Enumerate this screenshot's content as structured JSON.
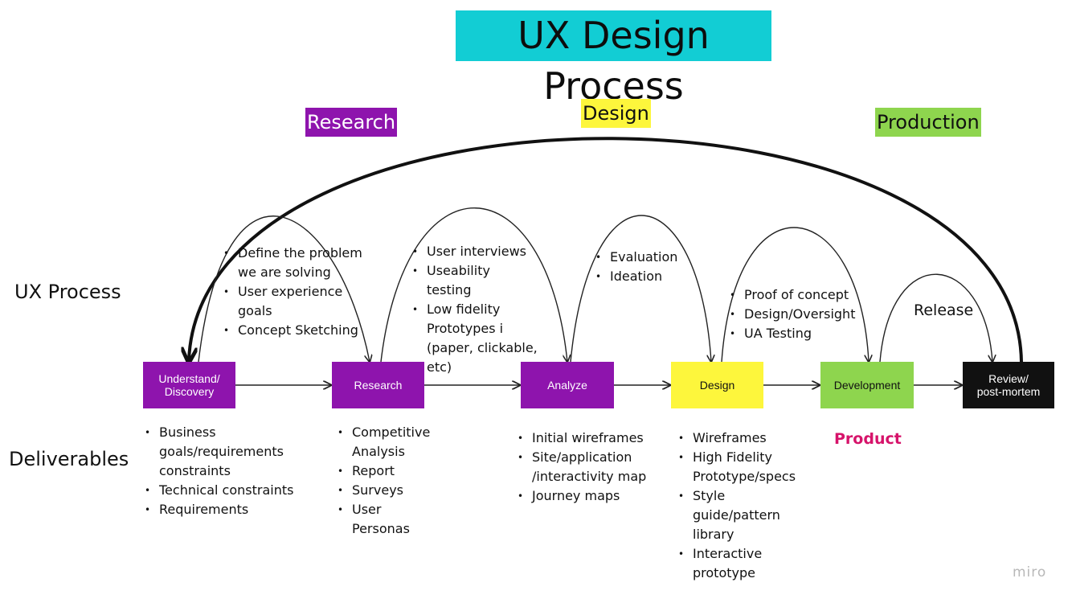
{
  "title": "UX Design Process",
  "phases": {
    "research": "Research",
    "design": "Design",
    "production": "Production"
  },
  "row_labels": {
    "process": "UX Process",
    "deliverables": "Deliverables"
  },
  "steps": [
    {
      "label": "Understand/\nDiscovery",
      "color": "#8e14ad",
      "text_color": "#ffffff"
    },
    {
      "label": "Research",
      "color": "#8e14ad",
      "text_color": "#ffffff"
    },
    {
      "label": "Analyze",
      "color": "#8e14ad",
      "text_color": "#ffffff"
    },
    {
      "label": "Design",
      "color": "#fdf63c",
      "text_color": "#111111"
    },
    {
      "label": "Development",
      "color": "#8ed54e",
      "text_color": "#111111"
    },
    {
      "label": "Review/\npost-mortem",
      "color": "#111111",
      "text_color": "#ffffff"
    }
  ],
  "process_notes": [
    [
      "Define the problem we are solving",
      "User experience goals",
      "Concept Sketching"
    ],
    [
      "User interviews",
      "Useability testing",
      "Low fidelity Prototypes i (paper, clickable, etc)"
    ],
    [
      "Evaluation",
      "Ideation"
    ],
    [
      "Proof of concept",
      "Design/Oversight",
      "UA Testing"
    ]
  ],
  "release_label": "Release",
  "deliverables": [
    [
      "Business goals/requirements constraints",
      "Technical constraints",
      "Requirements"
    ],
    [
      "Competitive Analysis",
      "Report",
      "Surveys",
      "User Personas"
    ],
    [
      "Initial wireframes",
      "Site/application /interactivity map",
      "Journey maps"
    ],
    [
      "Wireframes",
      "High Fidelity Prototype/specs",
      "Style guide/pattern library",
      "Interactive prototype"
    ]
  ],
  "product_label": "Product",
  "colors": {
    "title_bg": "#12cdd4",
    "research": "#8e14ad",
    "design": "#fdf63c",
    "production": "#8ed54e",
    "product_text": "#d6136a"
  },
  "watermark": "miro"
}
